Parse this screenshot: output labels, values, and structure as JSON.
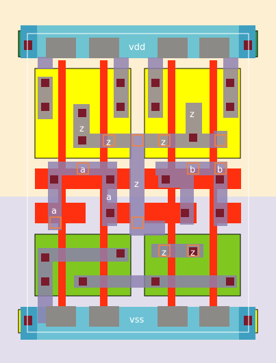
{
  "cell": {
    "labels": {
      "vdd": "vdd",
      "vss": "vss",
      "z_upper_left": "z",
      "z_upper_right": "z",
      "z_bar_left": "z",
      "z_bar_right": "z",
      "z_center": "z",
      "z_lower_left": "z",
      "z_lower_right": "z",
      "a_upper": "a",
      "a_middle": "a",
      "a_lower": "a",
      "b_left": "b",
      "b_right": "b"
    }
  },
  "colors": {
    "nwell": "#fdefd2",
    "pwell": "#e2deeb",
    "pdiff": "#ffff00",
    "ndiff": "#80c820",
    "poly": "#ff3010",
    "metal1": "#8c7fb0",
    "metal2": "#5fbfd2",
    "contact": "#7a1a2a",
    "pad": "#8c8a86"
  }
}
